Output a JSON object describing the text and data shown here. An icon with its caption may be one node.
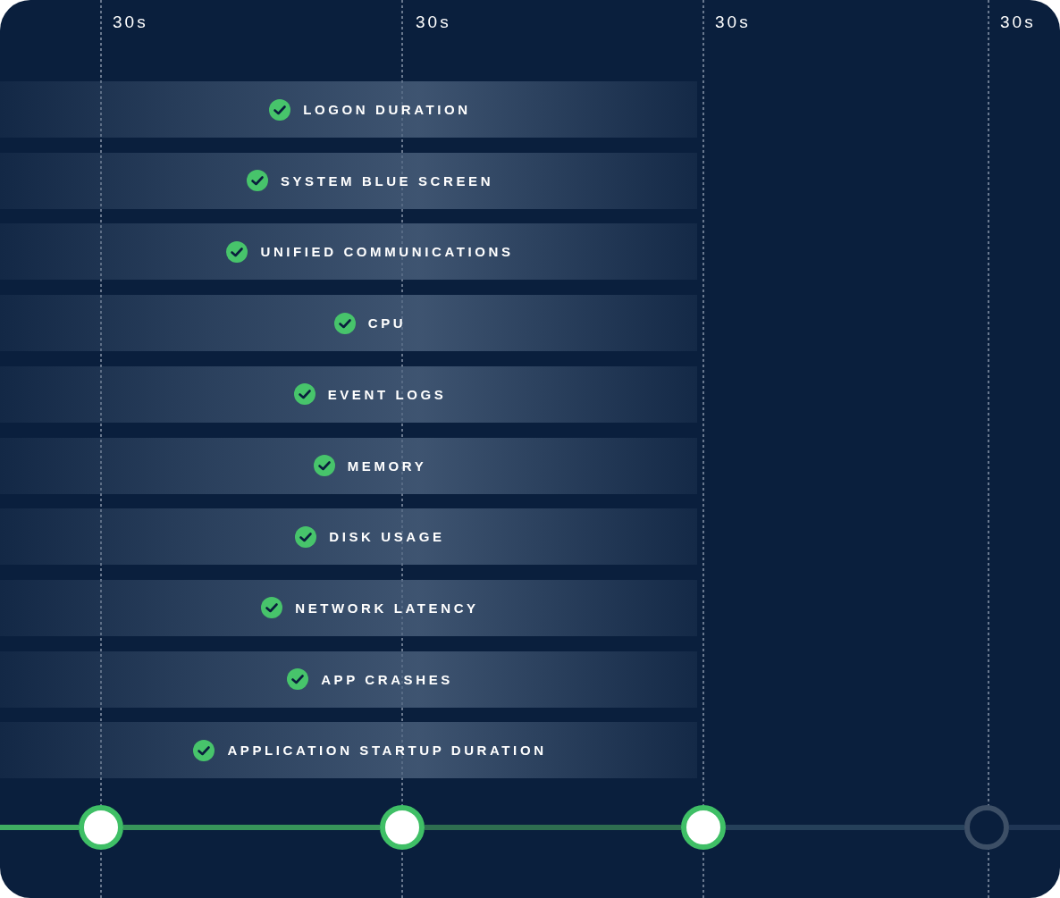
{
  "diagram": {
    "nodes": [
      {
        "text": [
          "LOGON DURATION"
        ]
      },
      {
        "text": [
          "SYSTEM BLUE SCREEN"
        ]
      },
      {
        "text": [
          "UNIFIED COMMUNICATIONS"
        ]
      },
      {
        "text": [
          "CPU"
        ]
      },
      {
        "text": [
          "EVENT LOGS"
        ]
      },
      {
        "text": [
          "MEMORY"
        ]
      },
      {
        "text": [
          "DISK USAGE"
        ]
      },
      {
        "text": [
          "NETWORK LATENCY"
        ]
      },
      {
        "text": [
          "APP CRASHES"
        ]
      },
      {
        "text": [
          "APPLICATION STARTUP DURATION"
        ]
      },
      {
        "text": [],
        "shape": "circle"
      },
      {
        "text": [],
        "shape": "circle"
      },
      {
        "text": [],
        "shape": "circle"
      },
      {
        "text": [],
        "shape": "circle"
      }
    ],
    "edges": [
      {
        "from": null,
        "to": 10,
        "arrow": "none",
        "color": "#3fae62"
      },
      {
        "from": 10,
        "to": 11,
        "arrow": "none",
        "color": "#37955a"
      },
      {
        "from": 11,
        "to": 12,
        "arrow": "none",
        "color": "#2e6e50"
      },
      {
        "from": 12,
        "to": 13,
        "arrow": "none",
        "color": "#25405a"
      },
      {
        "from": 13,
        "to": null,
        "arrow": "none",
        "color": "#1f3554"
      }
    ],
    "labels": [
      "30s",
      "30s",
      "30s",
      "30s"
    ]
  }
}
